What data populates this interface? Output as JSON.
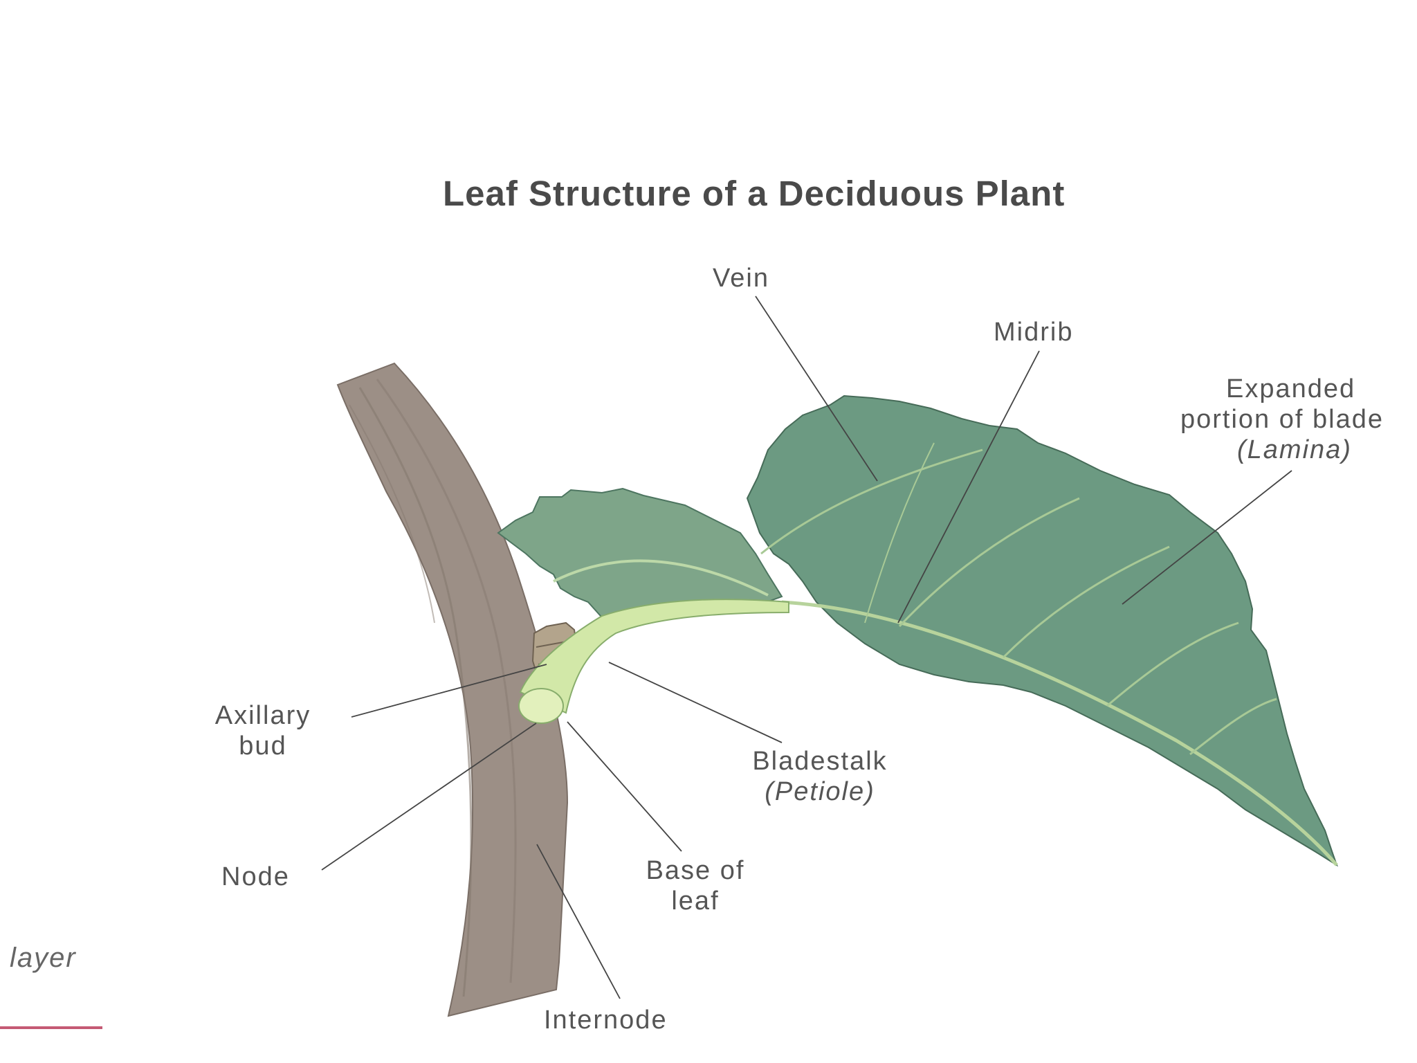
{
  "title": "Leaf Structure of a Deciduous Plant",
  "labels": {
    "vein": "Vein",
    "midrib": "Midrib",
    "lamina_line1": "Expanded",
    "lamina_line2": "portion of blade",
    "lamina_line3": "(Lamina)",
    "axillary_line1": "Axillary",
    "axillary_line2": "bud",
    "node": "Node",
    "petiole_line1": "Bladestalk",
    "petiole_line2": "(Petiole)",
    "base_line1": "Base of",
    "base_line2": "leaf",
    "internode": "Internode"
  },
  "fragment": "layer",
  "colors": {
    "stem": "#9c8f86",
    "leaf": "#6c9a82",
    "petiole": "#d2e8a8",
    "text": "#555555",
    "accent_rule": "#c45a74"
  }
}
